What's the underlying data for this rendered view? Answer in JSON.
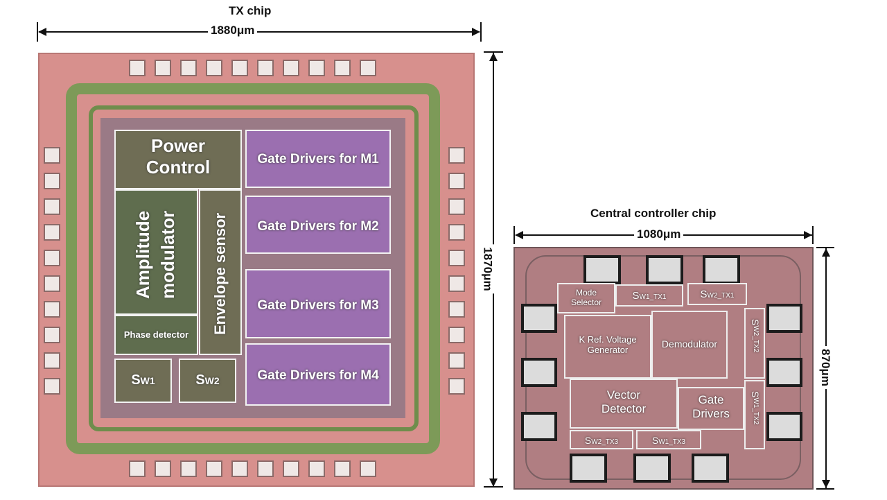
{
  "tx_chip": {
    "title": "TX chip",
    "width_label": "1880μm",
    "height_label": "1870μm",
    "blocks": {
      "power_control_line1": "Power",
      "power_control_line2": "Control",
      "gate_m1": "Gate Drivers for M1",
      "gate_m2": "Gate Drivers for M2",
      "gate_m3": "Gate Drivers for M3",
      "gate_m4": "Gate Drivers for M4",
      "amplitude_line1": "Amplitude",
      "amplitude_line2": "modulator",
      "envelope": "Envelope sensor",
      "phase": "Phase detector",
      "sw1_main": "S",
      "sw1_sub": "W1",
      "sw2_main": "S",
      "sw2_sub": "W2"
    }
  },
  "cc_chip": {
    "title": "Central controller chip",
    "width_label": "1080μm",
    "height_label": "870μm",
    "blocks": {
      "mode_line1": "Mode",
      "mode_line2": "Selector",
      "sw1_tx1_main": "S",
      "sw1_tx1_sub": "W1_TX1",
      "sw2_tx1_main": "S",
      "sw2_tx1_sub": "W2_TX1",
      "kref_line1": "K Ref. Voltage",
      "kref_line2": "Generator",
      "demod": "Demodulator",
      "sw2_tx2_main": "S",
      "sw2_tx2_sub": "W2_TX2",
      "vector_line1": "Vector",
      "vector_line2": "Detector",
      "gate_line1": "Gate",
      "gate_line2": "Drivers",
      "sw1_tx2_main": "S",
      "sw1_tx2_sub": "W1_TX2",
      "sw2_tx3_main": "S",
      "sw2_tx3_sub": "W2_TX3",
      "sw1_tx3_main": "S",
      "sw1_tx3_sub": "W1_TX3"
    }
  },
  "colors": {
    "tx_die": "#d7908d",
    "tx_ring": "#7d9a58",
    "tx_block_purple": "#9b6fb0",
    "cc_die": "#b07e82",
    "block_outline": "#f3f3f3"
  }
}
